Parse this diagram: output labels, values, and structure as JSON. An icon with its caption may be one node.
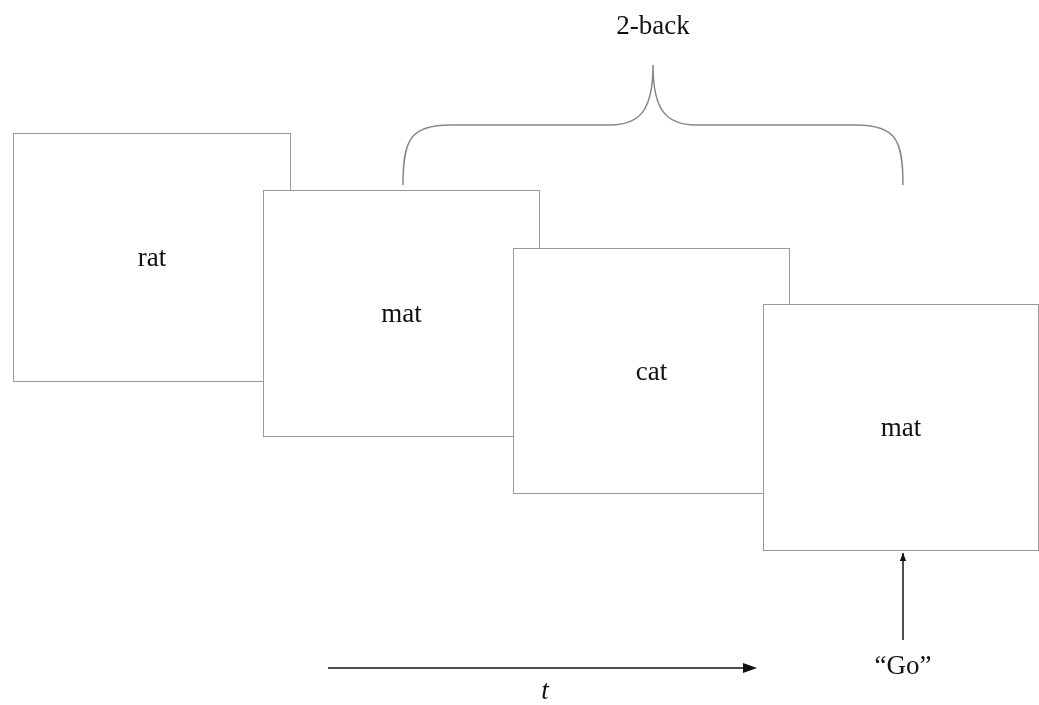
{
  "diagram": {
    "nodes": [
      {
        "text": [
          "rat"
        ]
      },
      {
        "text": [
          "mat"
        ]
      },
      {
        "text": [
          "cat"
        ]
      },
      {
        "text": [
          "mat"
        ]
      },
      {
        "text": [
          "“Go”"
        ]
      }
    ],
    "edges": [
      {
        "from": 4,
        "to": 3,
        "arrow": "to"
      }
    ],
    "labels": [
      "2-back",
      "t"
    ]
  }
}
